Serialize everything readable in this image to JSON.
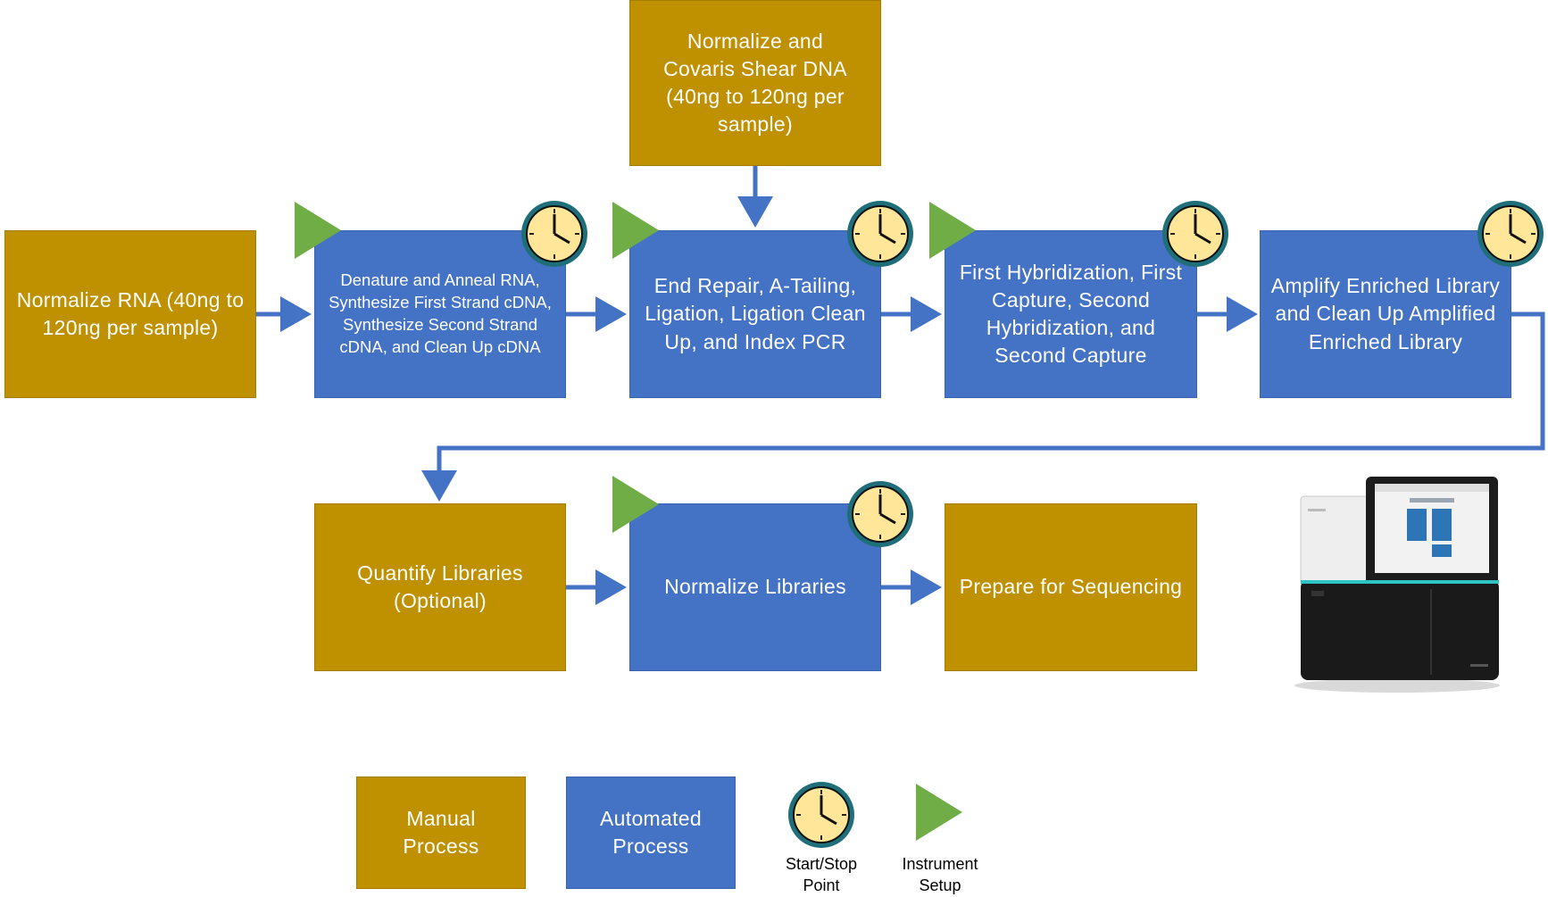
{
  "steps": {
    "normalize_rna": "Normalize RNA (40ng to 120ng per sample)",
    "denature_anneal": "Denature and Anneal RNA, Synthesize First Strand cDNA, Synthesize Second Strand cDNA, and Clean Up cDNA",
    "normalize_covaris": "Normalize and Covaris Shear DNA (40ng to 120ng per sample)",
    "end_repair": "End Repair, A-Tailing, Ligation, Ligation Clean Up, and Index PCR",
    "hybridization": "First Hybridization, First Capture, Second Hybridization, and Second Capture",
    "amplify": "Amplify Enriched Library and Clean Up Amplified Enriched Library",
    "quantify": "Quantify Libraries (Optional)",
    "normalize_libraries": "Normalize Libraries",
    "prepare_sequencing": "Prepare for Sequencing"
  },
  "legend": {
    "manual": "Manual Process",
    "automated": "Automated Process",
    "start_stop": "Start/Stop Point",
    "instrument_setup": "Instrument Setup"
  },
  "icons": {
    "start_stop": "clock-icon",
    "instrument_setup": "play-triangle-icon",
    "instrument": "sequencer-device-icon"
  },
  "colors": {
    "manual": "#bf9000",
    "automated": "#4472c4",
    "setup": "#70ad47",
    "connector": "#4472c4",
    "clock_face": "#ffe699",
    "clock_ring": "#1f6f7a"
  }
}
